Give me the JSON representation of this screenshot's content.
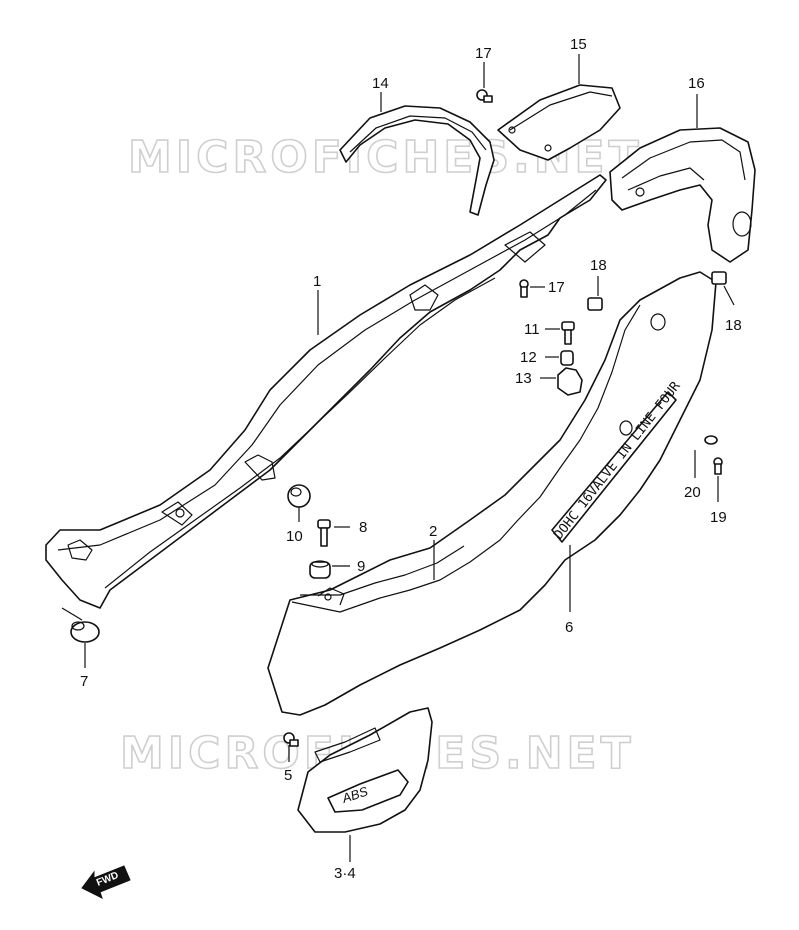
{
  "watermark": {
    "text": "MICROFICHES.NET"
  },
  "emblems": {
    "decal_text": "DOHC 16VALVE IN LINE FOUR",
    "abs_text": "ABS",
    "fwd_text": "FWD"
  },
  "callouts": {
    "c1": "1",
    "c2": "2",
    "c34": "3·4",
    "c5": "5",
    "c6": "6",
    "c7": "7",
    "c8": "8",
    "c9": "9",
    "c10": "10",
    "c11": "11",
    "c12": "12",
    "c13": "13",
    "c14": "14",
    "c15": "15",
    "c16": "16",
    "c17a": "17",
    "c17b": "17",
    "c18a": "18",
    "c18b": "18",
    "c19": "19",
    "c20": "20"
  }
}
